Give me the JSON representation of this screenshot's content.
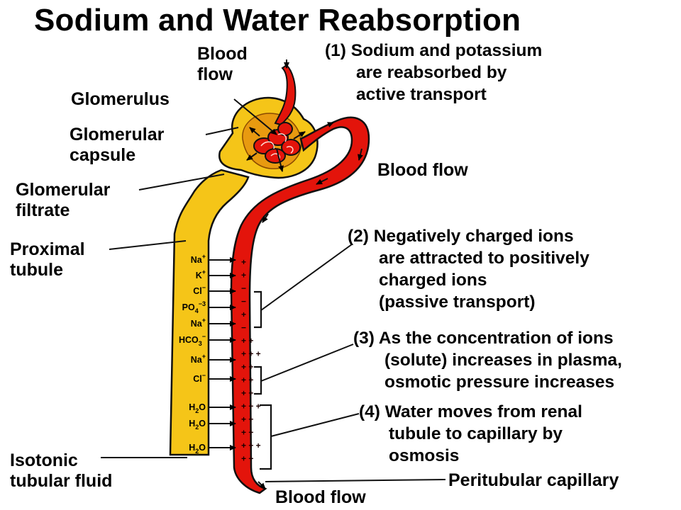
{
  "title": "Sodium and Water Reabsorption",
  "labels": {
    "blood_flow_top": [
      "Blood",
      "flow"
    ],
    "glomerulus": "Glomerulus",
    "glomerular_capsule": [
      "Glomerular",
      "capsule"
    ],
    "glomerular_filtrate": [
      "Glomerular",
      "filtrate"
    ],
    "proximal_tubule": [
      "Proximal",
      "tubule"
    ],
    "isotonic_tubular_fluid": [
      "Isotonic",
      "tubular fluid"
    ],
    "blood_flow_right": "Blood flow",
    "blood_flow_bottom": "Blood flow",
    "peritubular_capillary": "Peritubular capillary"
  },
  "steps": [
    {
      "lines": [
        "(1) Sodium and potassium",
        "are reabsorbed by",
        "active transport"
      ]
    },
    {
      "lines": [
        "(2) Negatively charged ions",
        "are attracted to positively",
        "charged ions",
        "(passive transport)"
      ]
    },
    {
      "lines": [
        "(3) As the concentration of ions",
        "(solute) increases in plasma,",
        "osmotic pressure increases"
      ]
    },
    {
      "lines": [
        "(4) Water moves from renal",
        "tubule to capillary by",
        "osmosis"
      ]
    }
  ],
  "ions": [
    {
      "base": "Na",
      "sup": "+",
      "sub": ""
    },
    {
      "base": "K",
      "sup": "+",
      "sub": ""
    },
    {
      "base": "Cl",
      "sup": "−",
      "sub": ""
    },
    {
      "base": "PO",
      "sup": "−3",
      "sub": "4"
    },
    {
      "base": "Na",
      "sup": "+",
      "sub": ""
    },
    {
      "base": "HCO",
      "sup": "−",
      "sub": "3"
    },
    {
      "base": "Na",
      "sup": "+",
      "sub": ""
    },
    {
      "base": "Cl",
      "sup": "−",
      "sub": ""
    },
    {
      "base": "H",
      "sup": "",
      "sub": "2",
      "tail": "O"
    },
    {
      "base": "H",
      "sup": "",
      "sub": "2",
      "tail": "O"
    },
    {
      "base": "H",
      "sup": "",
      "sub": "2",
      "tail": "O"
    }
  ],
  "capillary_charges": [
    "+",
    "+",
    "−",
    "−",
    "+",
    "−",
    "+ +",
    "+ + +",
    "+ +",
    "+ +",
    "+ +",
    "+ + +",
    "+ +",
    "+ +",
    "+ + +",
    "+ +"
  ],
  "colors": {
    "tubule": "#f5c518",
    "tubule_outline": "#111111",
    "capillary": "#e3140b",
    "capsule_shade": "#e89a10",
    "arrow": "#000000"
  }
}
